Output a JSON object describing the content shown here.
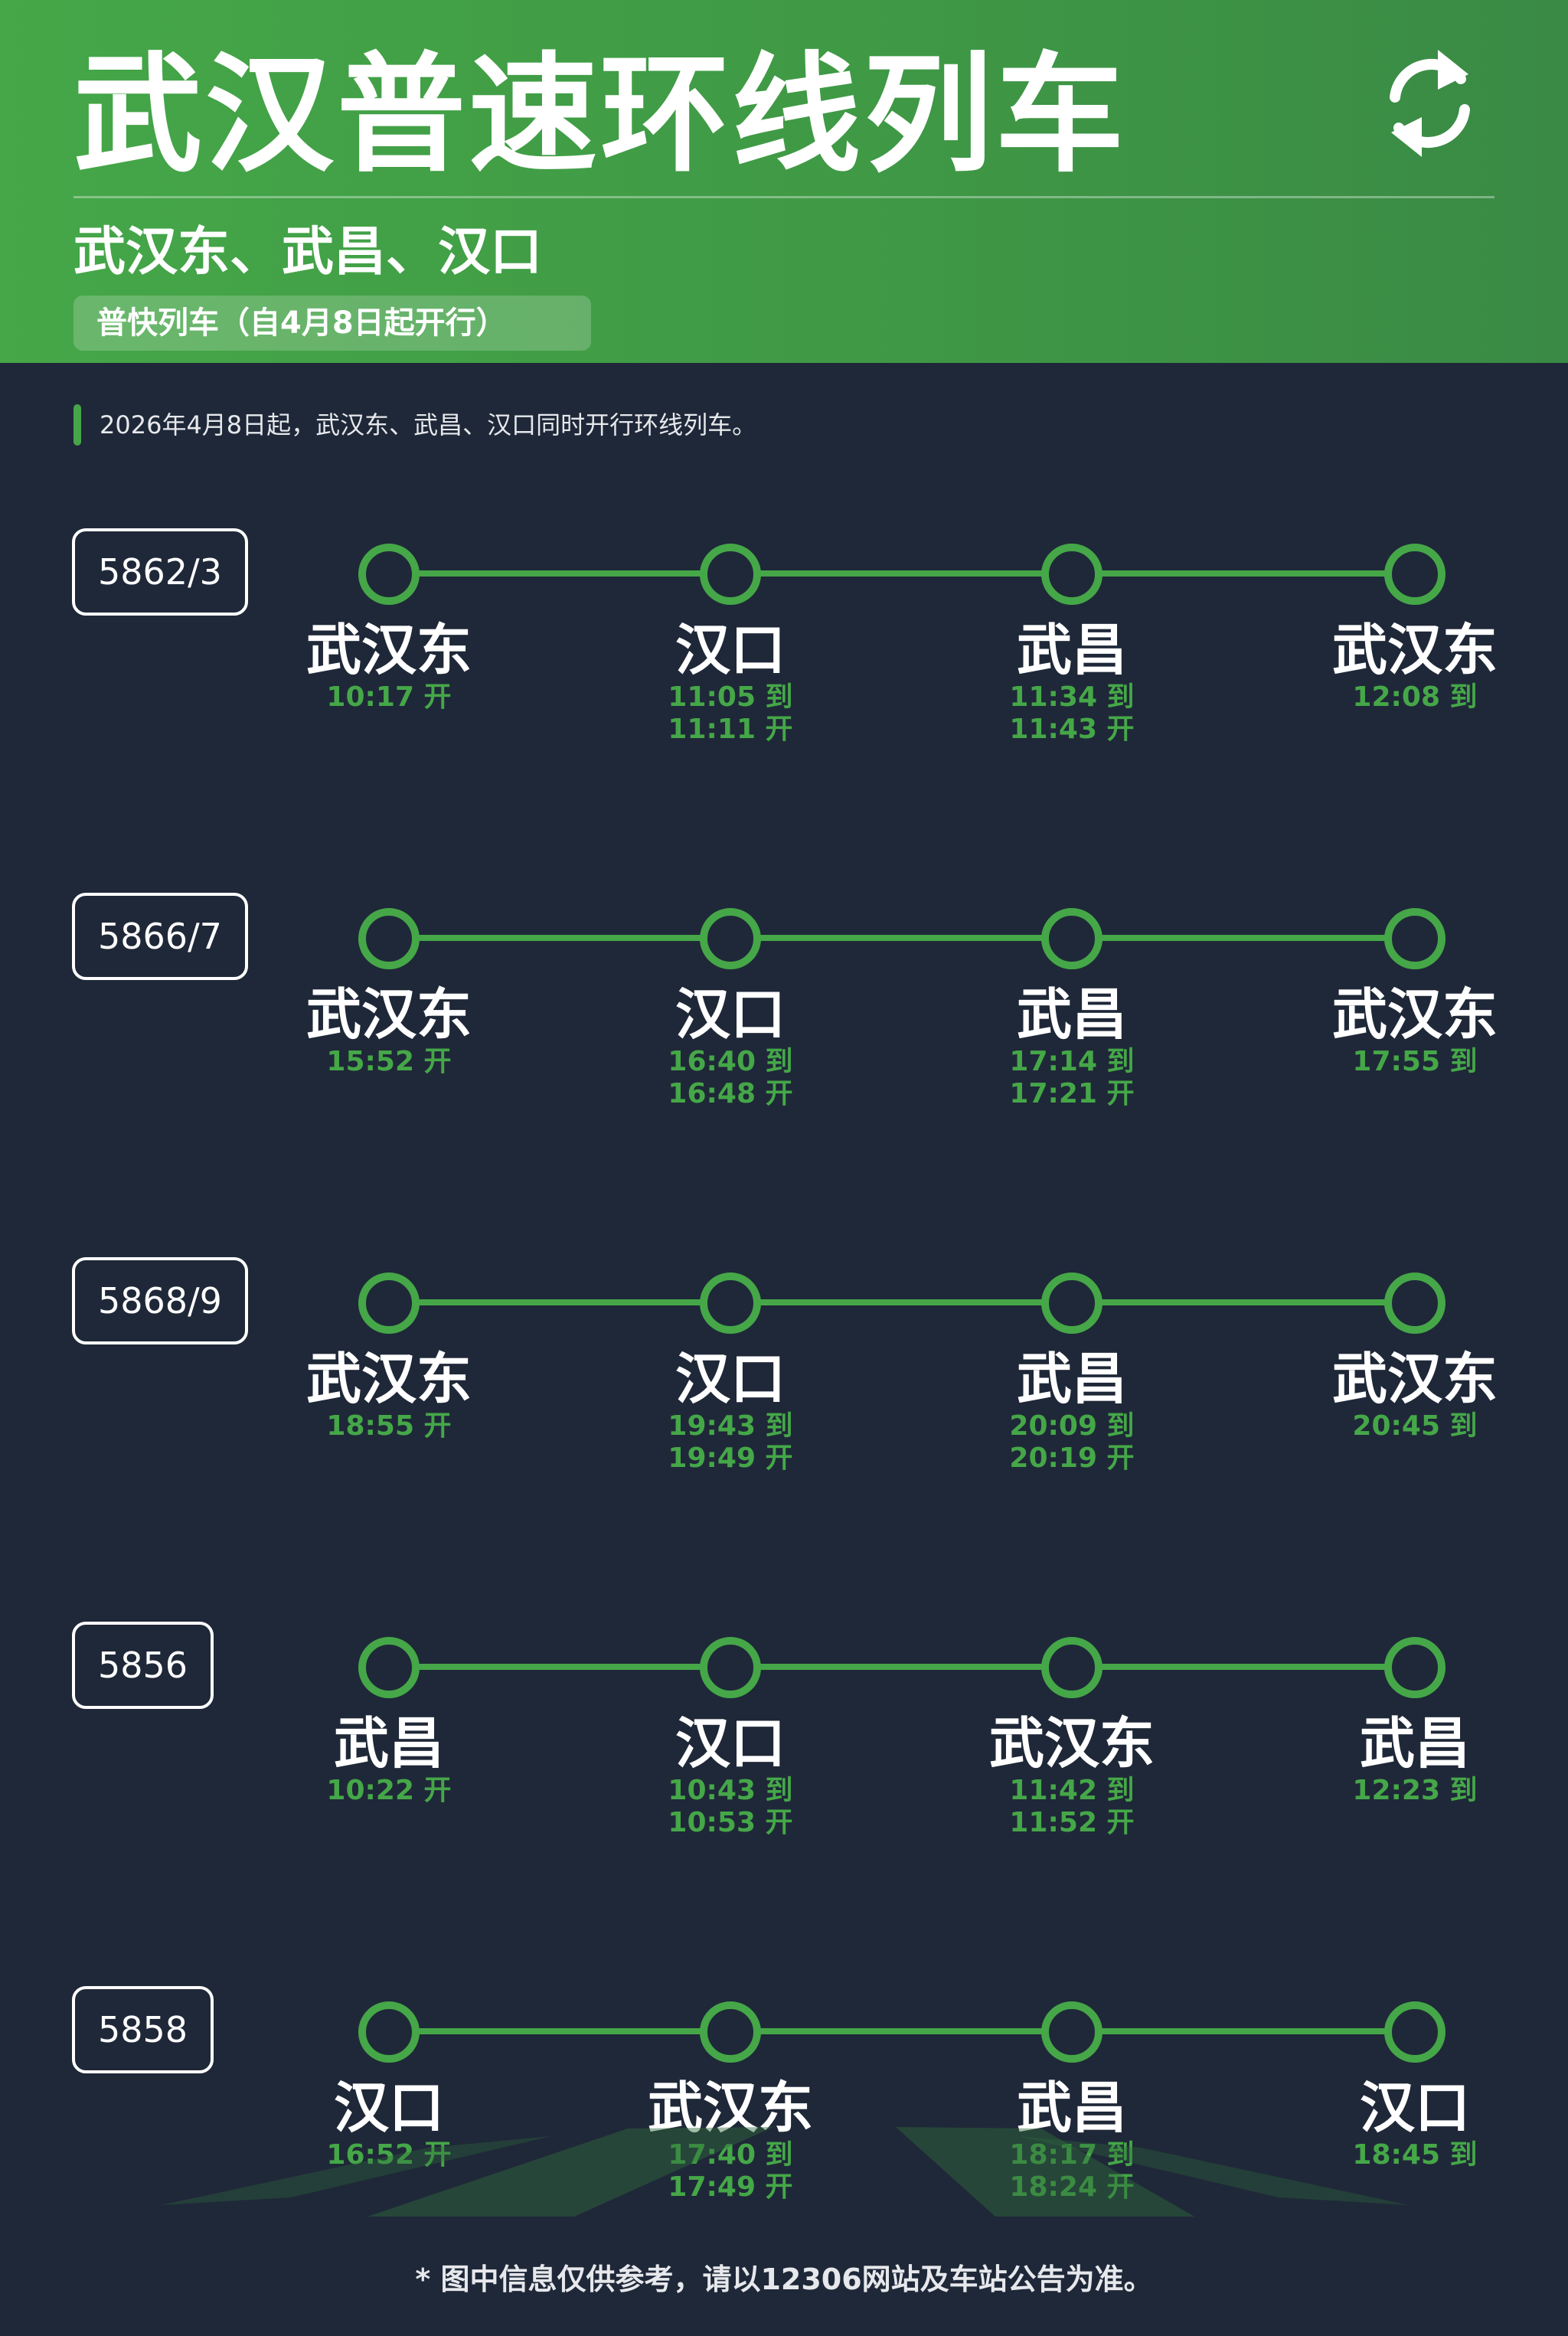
{
  "header": {
    "title": "武汉普速环线列车",
    "subtitle": "武汉东、武昌、汉口",
    "tag": "普快列车（自4月8日起开行）",
    "icon": "cycle-arrows-icon"
  },
  "notice": "2026年4月8日起，武汉东、武昌、汉口同时开行环线列车。",
  "colors": {
    "accent": "#45a748",
    "background": "#1f2838",
    "text": "#ffffff"
  },
  "trains": [
    {
      "number": "5862/3",
      "stops": [
        {
          "name": "武汉东",
          "times": [
            "10:17 开"
          ]
        },
        {
          "name": "汉口",
          "times": [
            "11:05 到",
            "11:11 开"
          ]
        },
        {
          "name": "武昌",
          "times": [
            "11:34 到",
            "11:43 开"
          ]
        },
        {
          "name": "武汉东",
          "times": [
            "12:08 到"
          ]
        }
      ]
    },
    {
      "number": "5866/7",
      "stops": [
        {
          "name": "武汉东",
          "times": [
            "15:52 开"
          ]
        },
        {
          "name": "汉口",
          "times": [
            "16:40 到",
            "16:48 开"
          ]
        },
        {
          "name": "武昌",
          "times": [
            "17:14 到",
            "17:21 开"
          ]
        },
        {
          "name": "武汉东",
          "times": [
            "17:55 到"
          ]
        }
      ]
    },
    {
      "number": "5868/9",
      "stops": [
        {
          "name": "武汉东",
          "times": [
            "18:55 开"
          ]
        },
        {
          "name": "汉口",
          "times": [
            "19:43 到",
            "19:49 开"
          ]
        },
        {
          "name": "武昌",
          "times": [
            "20:09 到",
            "20:19 开"
          ]
        },
        {
          "name": "武汉东",
          "times": [
            "20:45 到"
          ]
        }
      ]
    },
    {
      "number": "5856",
      "stops": [
        {
          "name": "武昌",
          "times": [
            "10:22 开"
          ]
        },
        {
          "name": "汉口",
          "times": [
            "10:43 到",
            "10:53 开"
          ]
        },
        {
          "name": "武汉东",
          "times": [
            "11:42 到",
            "11:52 开"
          ]
        },
        {
          "name": "武昌",
          "times": [
            "12:23 到"
          ]
        }
      ]
    },
    {
      "number": "5858",
      "stops": [
        {
          "name": "汉口",
          "times": [
            "16:52 开"
          ]
        },
        {
          "name": "武汉东",
          "times": [
            "17:40 到",
            "17:49 开"
          ]
        },
        {
          "name": "武昌",
          "times": [
            "18:17 到",
            "18:24 开"
          ]
        },
        {
          "name": "汉口",
          "times": [
            "18:45 到"
          ]
        }
      ]
    }
  ],
  "footnote": "* 图中信息仅供参考，请以12306网站及车站公告为准。"
}
